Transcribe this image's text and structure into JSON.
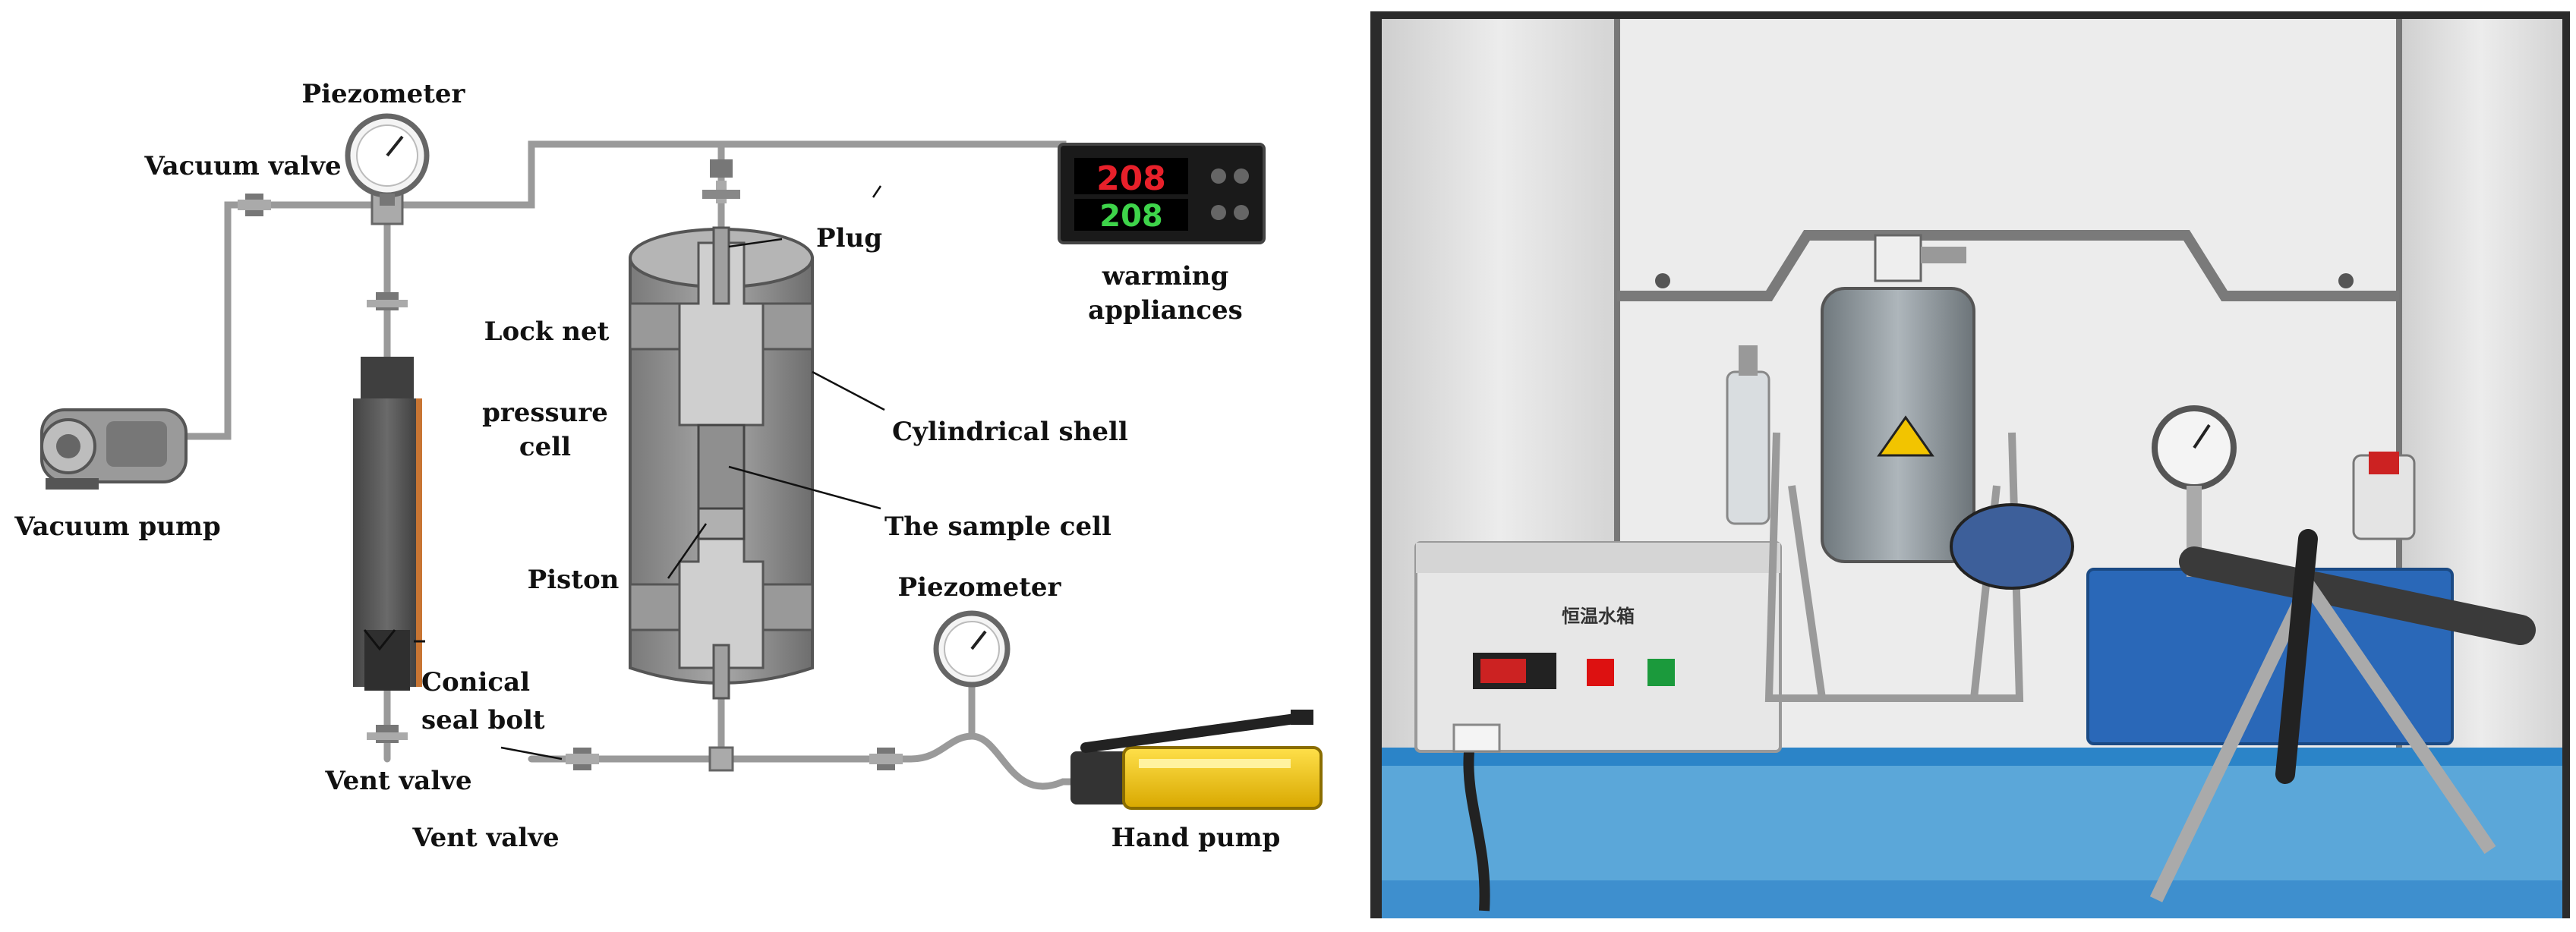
{
  "schematic": {
    "labels": {
      "piezometer_top": "Piezometer",
      "vacuum_valve": "Vacuum valve",
      "vacuum_pump": "Vacuum pump",
      "plug": "Plug",
      "lock_net": "Lock net",
      "pressure_cell_line1": "pressure",
      "pressure_cell_line2": "cell",
      "cylindrical_shell": "Cylindrical shell",
      "sample_cell": "The sample cell",
      "piston": "Piston",
      "conical_line1": "Conical",
      "conical_line2": "seal bolt",
      "vent_valve_left": "Vent valve",
      "vent_valve_bottom": "Vent valve",
      "piezometer_bottom": "Piezometer",
      "hand_pump": "Hand pump",
      "warming_line1": "warming",
      "warming_line2": "appliances"
    },
    "controller_display": {
      "top_reading": "208",
      "bottom_reading": "208"
    },
    "colors": {
      "pipe": "#9a9a9a",
      "vessel": "#8c8c8c",
      "column": "#555555",
      "column_stripe": "#c87533",
      "hand_pump_body": "#f2c400",
      "controller_red": "#e8202a",
      "controller_green": "#3ed44a"
    }
  },
  "photo": {
    "controller_panel_text": "恒温水箱",
    "warning_icon": "caution-triangle-icon",
    "colors": {
      "cabinet_wall": "#e6e6e6",
      "bench_top": "#5ba7d9",
      "bench_edge": "#2b84c8",
      "jacket": "#9aa3a8"
    }
  }
}
